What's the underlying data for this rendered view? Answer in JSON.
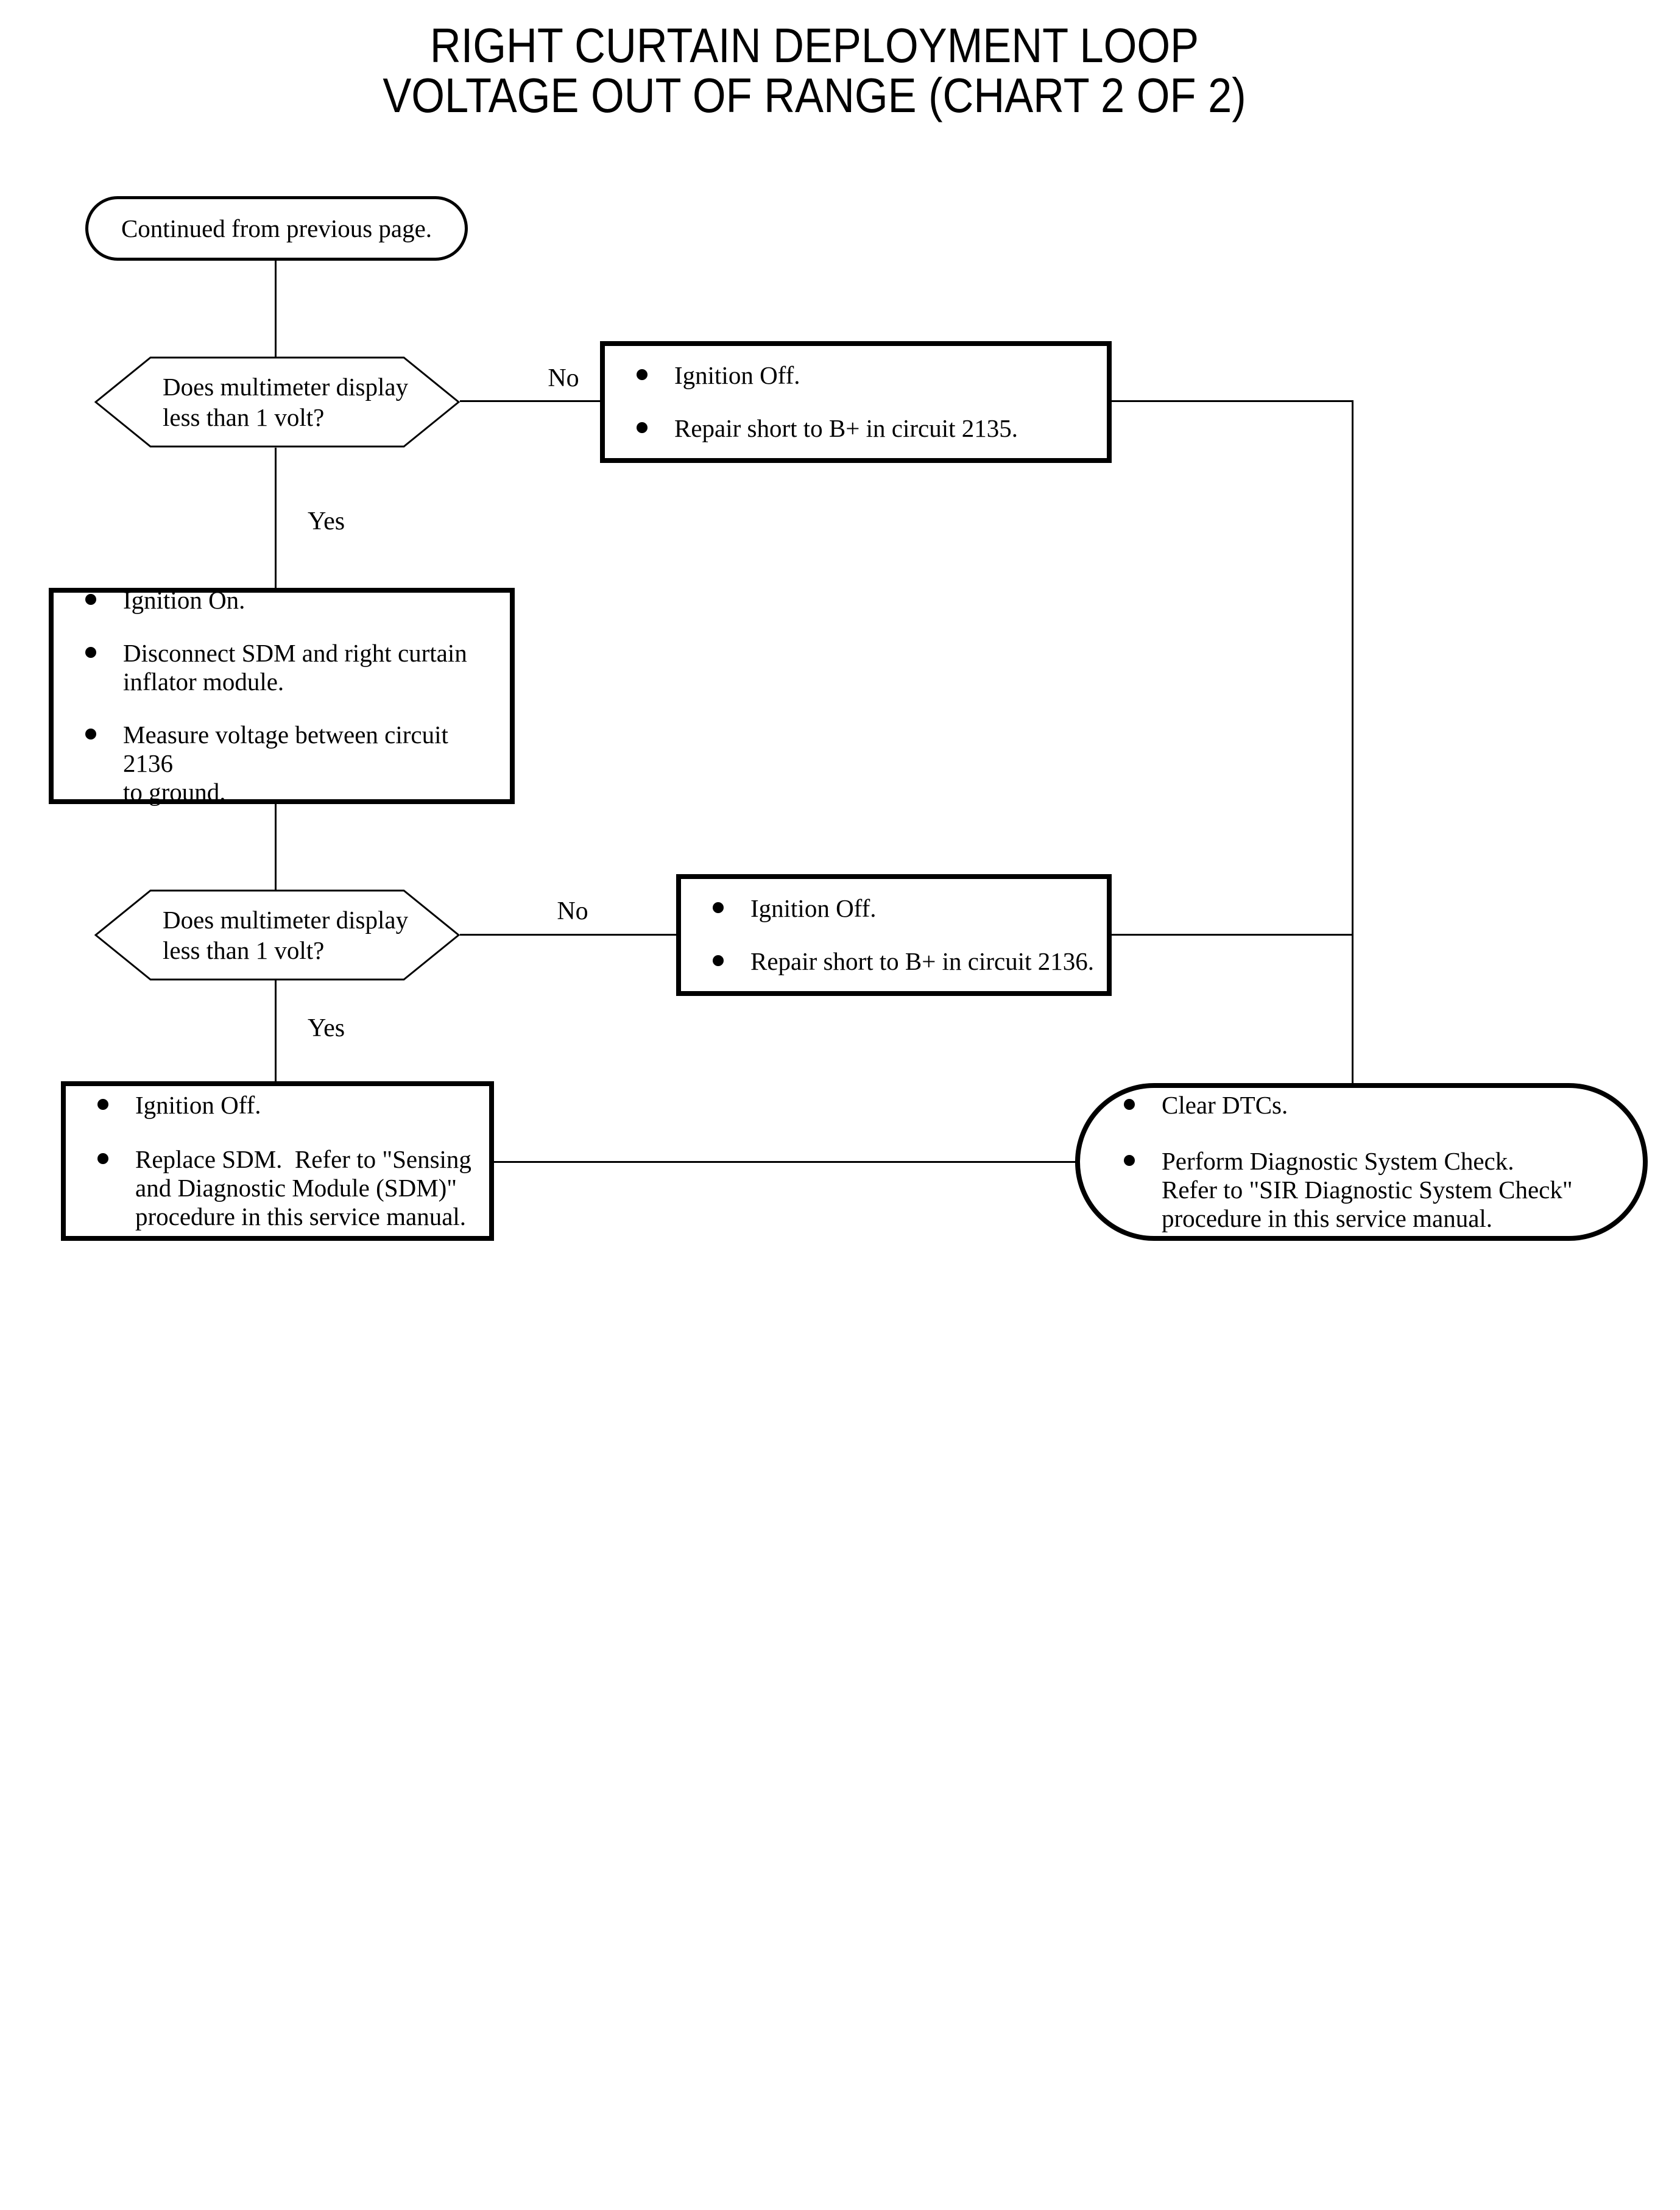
{
  "title": {
    "line1": "RIGHT CURTAIN DEPLOYMENT LOOP",
    "line2": "VOLTAGE OUT OF RANGE (CHART 2 OF 2)"
  },
  "labels": {
    "no1": "No",
    "yes1": "Yes",
    "no2": "No",
    "yes2": "Yes"
  },
  "nodes": {
    "start": {
      "type": "terminal",
      "text": "Continued from previous page."
    },
    "decision1": {
      "type": "decision",
      "lines": [
        "Does multimeter display",
        "less than 1 volt?"
      ]
    },
    "repair2135": {
      "type": "process",
      "items": [
        {
          "lines": [
            "Ignition Off."
          ]
        },
        {
          "lines": [
            "Repair short to B+ in circuit 2135."
          ]
        }
      ]
    },
    "measure2136": {
      "type": "process",
      "items": [
        {
          "lines": [
            "Ignition On."
          ]
        },
        {
          "lines": [
            "Disconnect SDM and right curtain",
            "inflator module."
          ]
        },
        {
          "lines": [
            "Measure voltage between circuit 2136",
            "to ground."
          ]
        }
      ]
    },
    "decision2": {
      "type": "decision",
      "lines": [
        "Does multimeter display",
        "less than 1 volt?"
      ]
    },
    "repair2136": {
      "type": "process",
      "items": [
        {
          "lines": [
            "Ignition Off."
          ]
        },
        {
          "lines": [
            "Repair short to B+ in circuit 2136."
          ]
        }
      ]
    },
    "replaceSdm": {
      "type": "process",
      "items": [
        {
          "lines": [
            "Ignition Off."
          ]
        },
        {
          "lines": [
            "Replace SDM.  Refer to \"Sensing",
            "and Diagnostic Module (SDM)\"",
            "procedure in this service manual."
          ]
        }
      ]
    },
    "finish": {
      "type": "terminal",
      "items": [
        {
          "lines": [
            "Clear DTCs."
          ]
        },
        {
          "lines": [
            "Perform Diagnostic System Check.",
            "Refer to \"SIR Diagnostic System Check\"",
            "procedure in this service manual."
          ]
        }
      ]
    }
  },
  "colors": {
    "ink": "#000000",
    "paper": "#ffffff"
  }
}
